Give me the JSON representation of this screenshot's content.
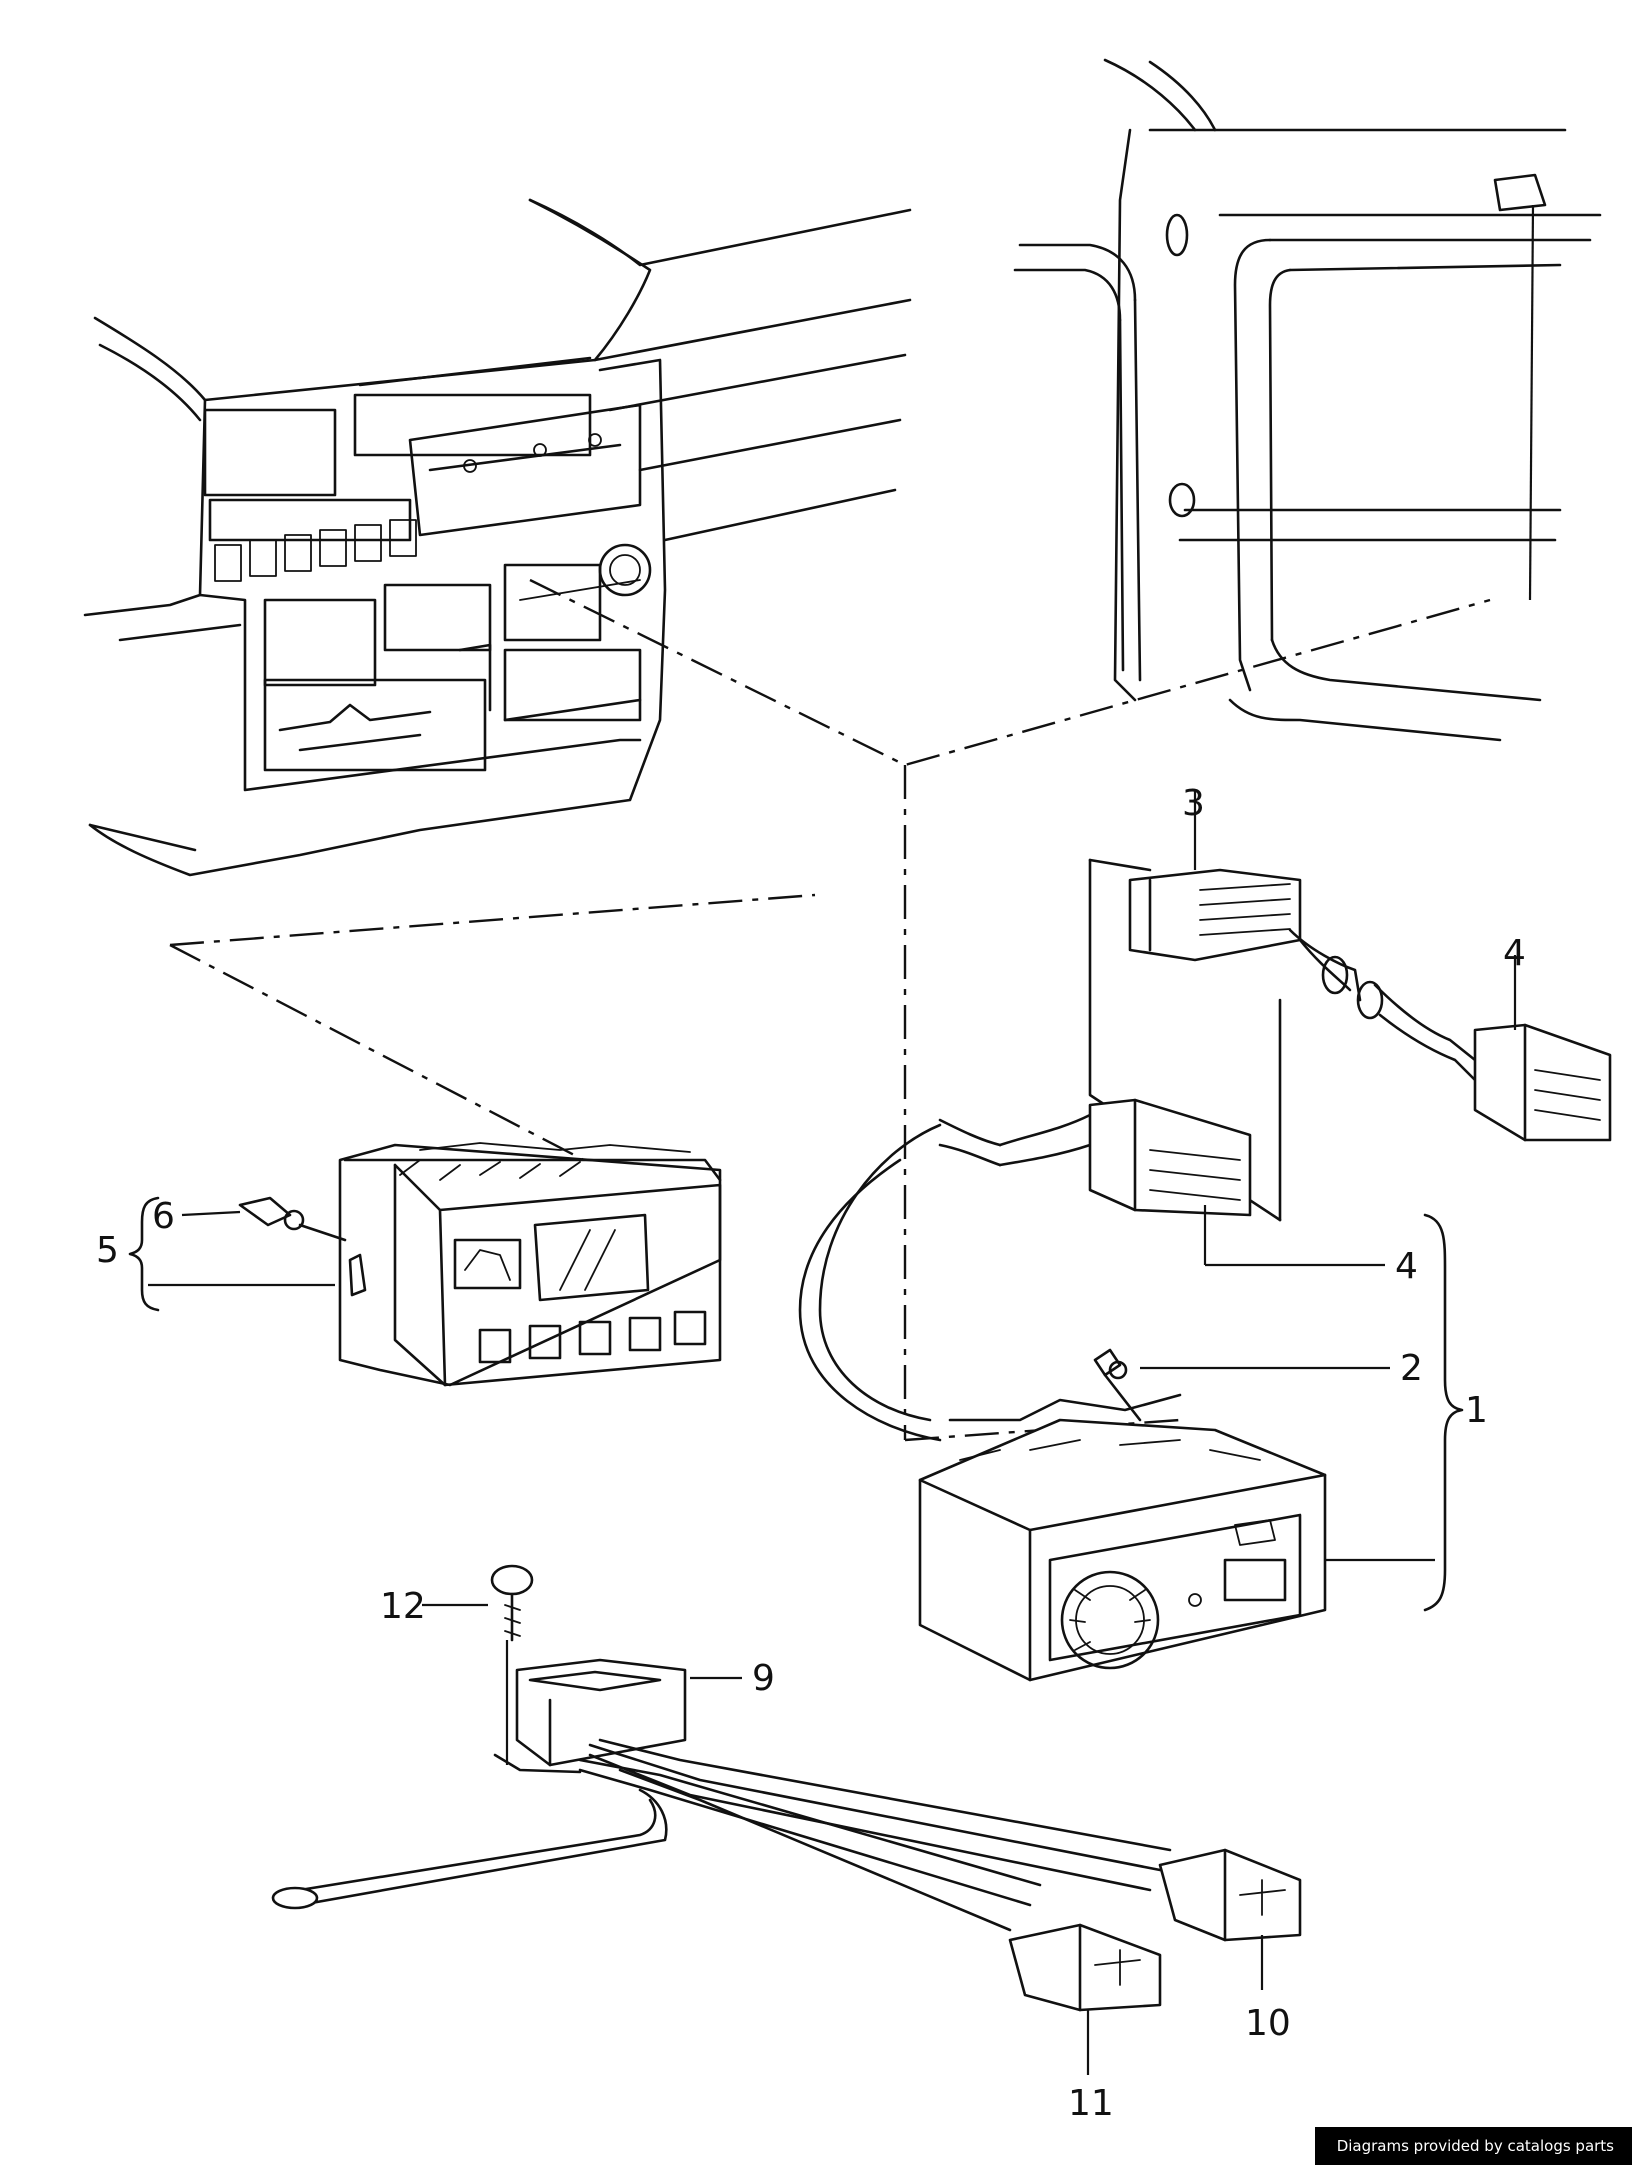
{
  "diagram": {
    "callouts": {
      "c1": "1",
      "c2": "2",
      "c3": "3",
      "c4a": "4",
      "c4b": "4",
      "c5": "5",
      "c6": "6",
      "c9": "9",
      "c10": "10",
      "c11": "11",
      "c12": "12"
    }
  },
  "credit": "Diagrams provided by catalogs parts"
}
